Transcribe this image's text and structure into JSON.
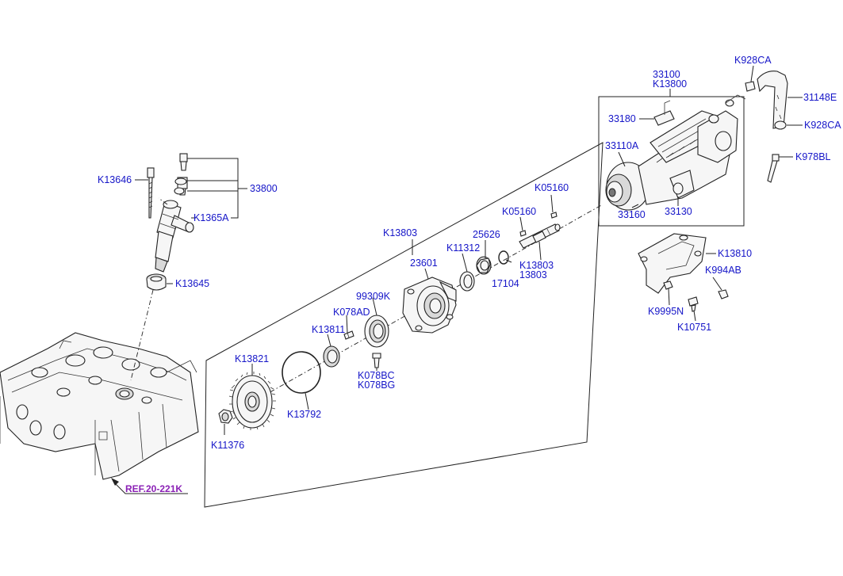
{
  "labels": {
    "l_33100": "33100",
    "l_k13800": "K13800",
    "l_k928ca_top": "K928CA",
    "l_31148e": "31148E",
    "l_k928ca_mid": "K928CA",
    "l_33180": "33180",
    "l_33110a": "33110A",
    "l_k978bl": "K978BL",
    "l_33160": "33160",
    "l_33130": "33130",
    "l_k05160_a": "K05160",
    "l_k05160_b": "K05160",
    "l_k13803_top": "K13803",
    "l_25626": "25626",
    "l_k11312": "K11312",
    "l_23601": "23601",
    "l_k13803_mid": "K13803",
    "l_13803": "13803",
    "l_17104": "17104",
    "l_99309k": "99309K",
    "l_k078ad": "K078AD",
    "l_k13811": "K13811",
    "l_k078bc": "K078BC",
    "l_k078bg": "K078BG",
    "l_k13821": "K13821",
    "l_k13792": "K13792",
    "l_k11376": "K11376",
    "l_k13646": "K13646",
    "l_33800": "33800",
    "l_k1365a": "K1365A",
    "l_k13645": "K13645",
    "l_k13810": "K13810",
    "l_k994ab": "K994AB",
    "l_k9995n": "K9995N",
    "l_k10751": "K10751",
    "l_ref": "REF.20-221K"
  },
  "colors": {
    "label": "#1515c8",
    "ref": "#8a1fb5",
    "lines": "#222222"
  }
}
